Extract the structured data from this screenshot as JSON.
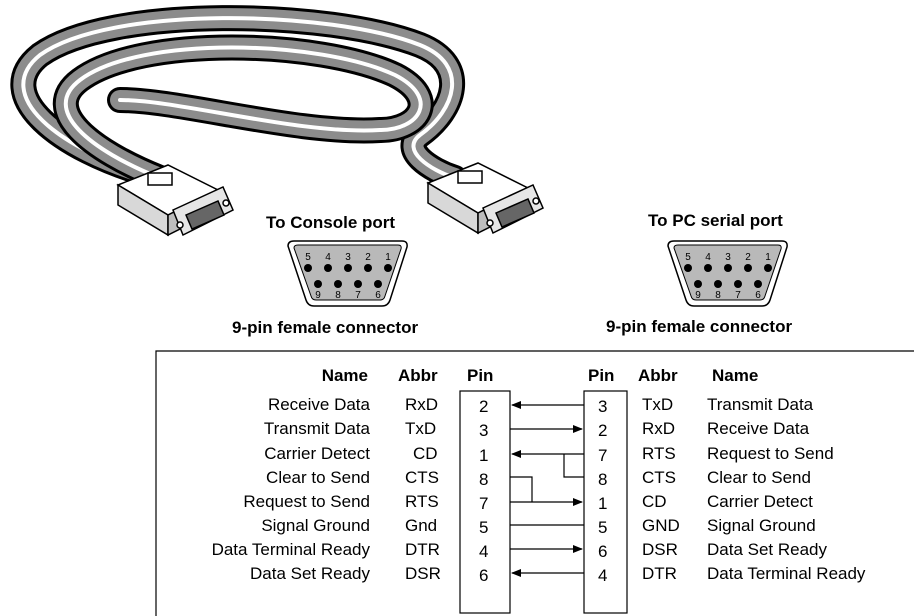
{
  "connectors": {
    "left": {
      "title": "To Console port",
      "caption": "9-pin female connector",
      "top_pins": [
        "5",
        "4",
        "3",
        "2",
        "1"
      ],
      "bottom_pins": [
        "9",
        "8",
        "7",
        "6"
      ]
    },
    "right": {
      "title": "To PC serial port",
      "caption": "9-pin female connector",
      "top_pins": [
        "5",
        "4",
        "3",
        "2",
        "1"
      ],
      "bottom_pins": [
        "9",
        "8",
        "7",
        "6"
      ]
    }
  },
  "table": {
    "left_headers": {
      "name": "Name",
      "abbr": "Abbr",
      "pin": "Pin"
    },
    "right_headers": {
      "pin": "Pin",
      "abbr": "Abbr",
      "name": "Name"
    },
    "left_rows": [
      {
        "name": "Receive Data",
        "abbr": "RxD",
        "pin": "2"
      },
      {
        "name": "Transmit Data",
        "abbr": "TxD",
        "pin": "3"
      },
      {
        "name": "Carrier Detect",
        "abbr": "CD",
        "pin": "1"
      },
      {
        "name": "Clear to Send",
        "abbr": "CTS",
        "pin": "8"
      },
      {
        "name": "Request to Send",
        "abbr": "RTS",
        "pin": "7"
      },
      {
        "name": "Signal Ground",
        "abbr": "Gnd",
        "pin": "5"
      },
      {
        "name": "Data Terminal Ready",
        "abbr": "DTR",
        "pin": "4"
      },
      {
        "name": "Data Set Ready",
        "abbr": "DSR",
        "pin": "6"
      }
    ],
    "right_rows": [
      {
        "pin": "3",
        "abbr": "TxD",
        "name": "Transmit Data"
      },
      {
        "pin": "2",
        "abbr": "RxD",
        "name": "Receive Data"
      },
      {
        "pin": "7",
        "abbr": "RTS",
        "name": "Request to Send"
      },
      {
        "pin": "8",
        "abbr": "CTS",
        "name": "Clear to Send"
      },
      {
        "pin": "1",
        "abbr": "CD",
        "name": "Carrier Detect"
      },
      {
        "pin": "5",
        "abbr": "GND",
        "name": "Signal Ground"
      },
      {
        "pin": "6",
        "abbr": "DSR",
        "name": "Data Set Ready"
      },
      {
        "pin": "4",
        "abbr": "DTR",
        "name": "Data Terminal Ready"
      }
    ]
  }
}
